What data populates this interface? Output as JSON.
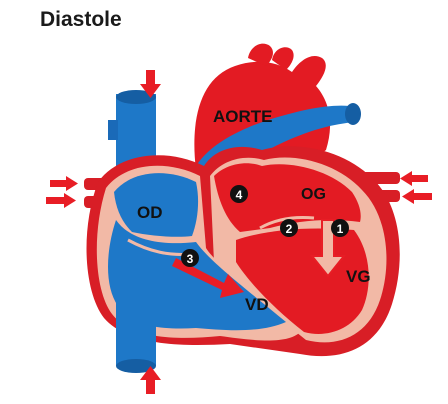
{
  "title": "Diastole",
  "labels": {
    "aorte": "AORTE",
    "od": "OD",
    "og": "OG",
    "vd": "VD",
    "vg": "VG"
  },
  "markers": {
    "m1": "1",
    "m2": "2",
    "m3": "3",
    "m4": "4"
  },
  "colors": {
    "oxygenated": "#e31b23",
    "deoxygenated": "#1a5bb0",
    "vessel_blue": "#1e78c8",
    "tissue": "#f2b9a6",
    "muscle_red": "#d81e26",
    "arrow_red": "#e81d25",
    "marker": "#111111"
  }
}
